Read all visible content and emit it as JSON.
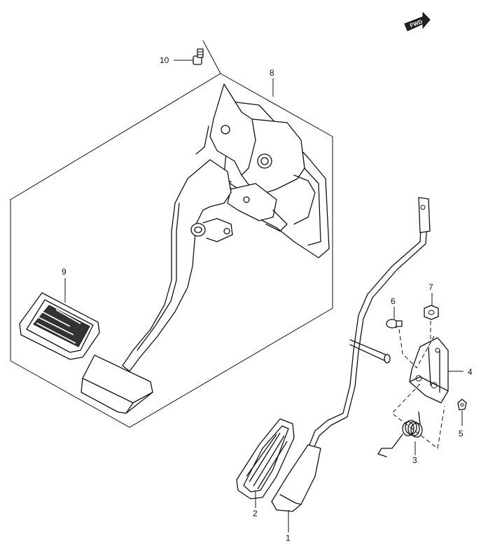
{
  "fwd_label": "FWD",
  "callouts": {
    "c1": "1",
    "c2": "2",
    "c3": "3",
    "c4": "4",
    "c5": "5",
    "c6": "6",
    "c7": "7",
    "c8": "8",
    "c9": "9",
    "c10": "10"
  }
}
